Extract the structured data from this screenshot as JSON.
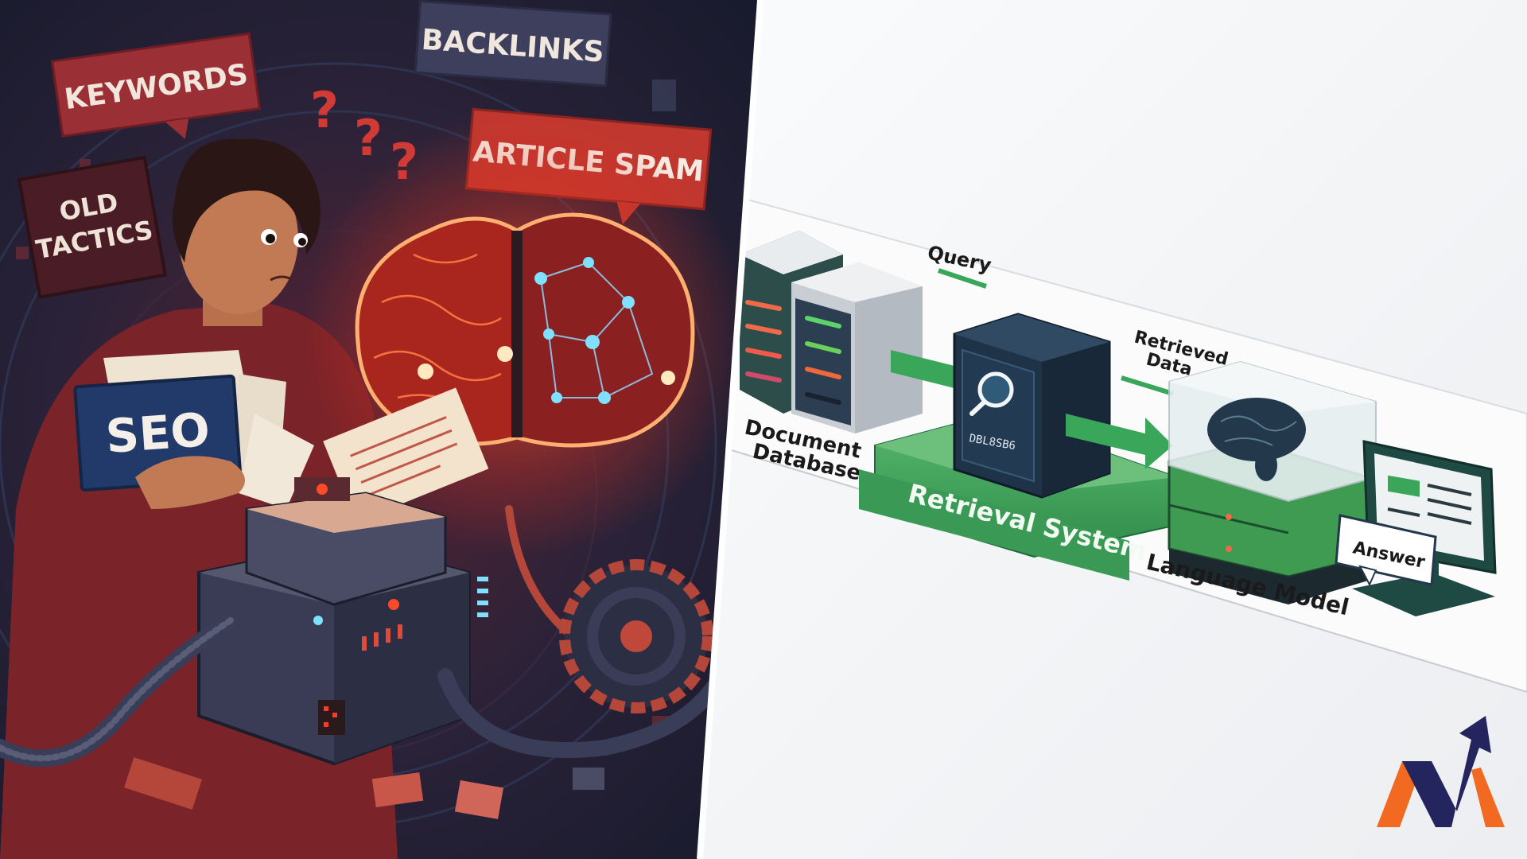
{
  "left_panel": {
    "theme": "old-seo-chaos",
    "signs": {
      "keywords": "KEYWORDS",
      "backlinks": "BACKLINKS",
      "article_spam": "ARTICLE SPAM",
      "old_tactics_line1": "OLD",
      "old_tactics_line2": "TACTICS"
    },
    "book_label": "SEO",
    "question_marks": [
      "?",
      "?",
      "?"
    ],
    "colors": {
      "bg": "#1e1f33",
      "red": "#c0372f",
      "navy": "#2b2f4e",
      "glow": "#ff5a2a",
      "node": "#5fd0ff"
    }
  },
  "right_panel": {
    "theme": "rag-pipeline-diagram",
    "labels": {
      "document_database_line1": "Document",
      "document_database_line2": "Database",
      "query": "Query",
      "retrieval_system": "Retrieval System",
      "retrieved_data_line1": "Retrieved",
      "retrieved_data_line2": "Data",
      "language_model": "Language Model",
      "answer": "Answer",
      "server_display": "DBL8SB6"
    },
    "colors": {
      "bg": "#f5f6f8",
      "green": "#3aa65a",
      "dark_green": "#1f5e4a",
      "slate": "#243447",
      "text": "#1a1a1a"
    }
  },
  "logo": {
    "name": "brand-logo",
    "colors": {
      "orange": "#f26a21",
      "navy": "#24255e"
    }
  }
}
